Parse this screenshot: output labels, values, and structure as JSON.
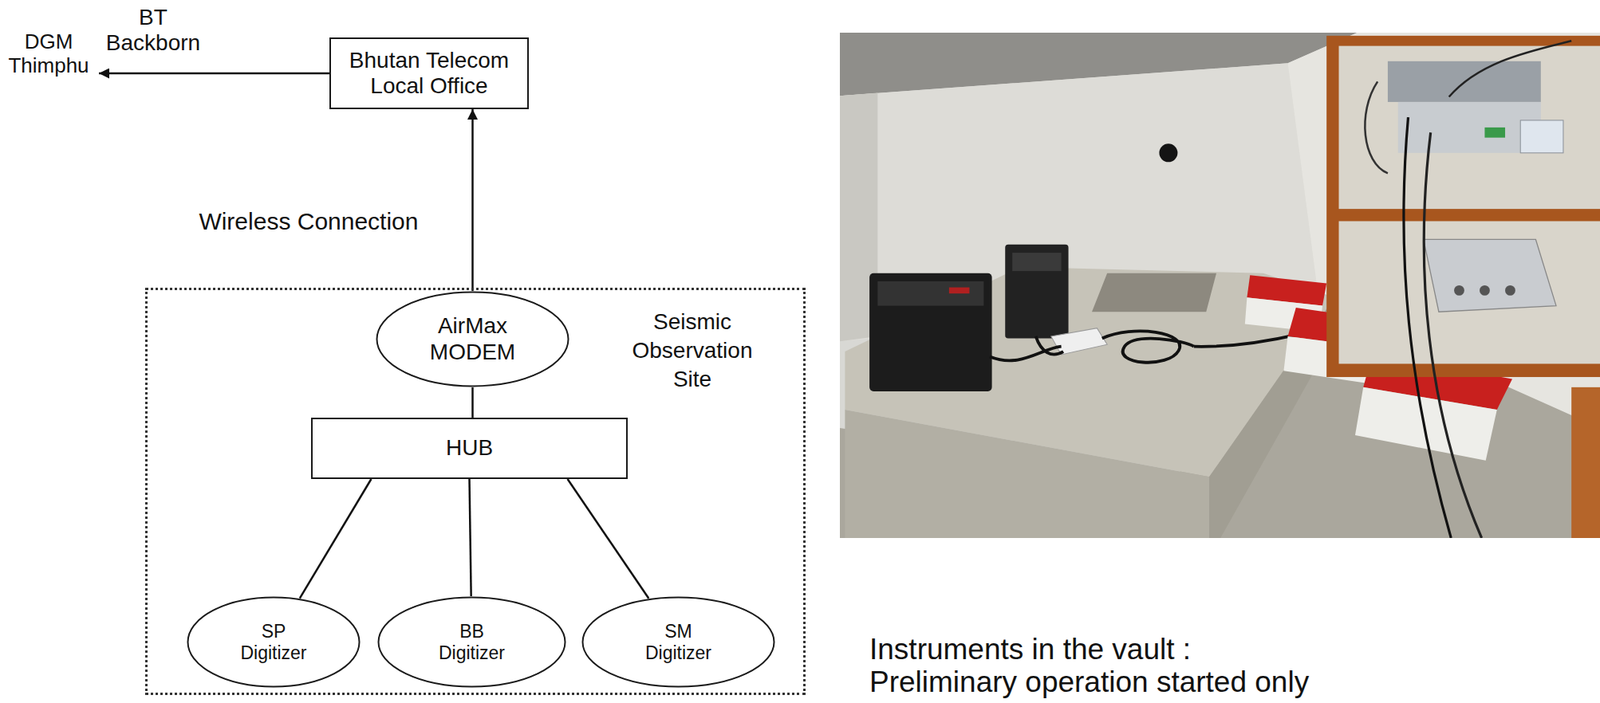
{
  "diagram": {
    "nodes": [
      {
        "text": [
          "DGM Thimphu"
        ]
      },
      {
        "text": [
          "Bhutan Telecom Local Office"
        ]
      },
      {
        "text": [
          "Seismic Observation Site"
        ]
      },
      {
        "text": [
          "AirMax MODEM"
        ],
        "in": 2
      },
      {
        "text": [
          "HUB"
        ],
        "in": 2
      },
      {
        "text": [
          "SP Digitizer"
        ],
        "in": 2
      },
      {
        "text": [
          "BB Digitizer"
        ],
        "in": 2
      },
      {
        "text": [
          "SM Digitizer"
        ],
        "in": 2
      }
    ],
    "edges": [
      {
        "from": 1,
        "to": 0,
        "arrow": "to",
        "label": "BT Backborn"
      },
      {
        "from": 3,
        "to": 1,
        "arrow": "to",
        "label": "Wireless Connection"
      },
      {
        "from": 3,
        "to": 4,
        "arrow": "none"
      },
      {
        "from": 4,
        "to": 5,
        "arrow": "none"
      },
      {
        "from": 4,
        "to": 6,
        "arrow": "none"
      },
      {
        "from": 4,
        "to": 7,
        "arrow": "none"
      }
    ],
    "labels": [
      "Instruments in the vault :",
      "Preliminary operation started only"
    ]
  }
}
